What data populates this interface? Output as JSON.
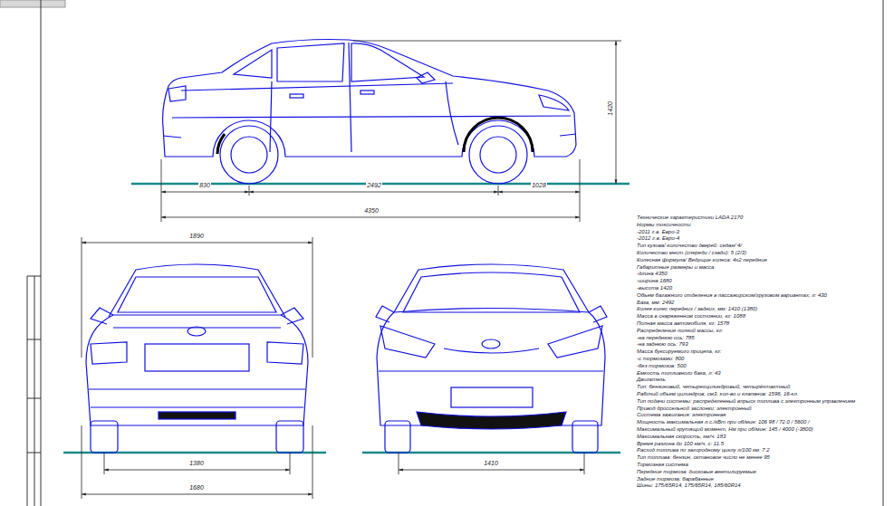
{
  "diagram": {
    "labels": [
      "830",
      "2492",
      "1028",
      "4350",
      "1420",
      "1890",
      "1380",
      "1680",
      "1410",
      "Технические характеристики LADA 2170",
      "Нормы токсичности",
      "-2011 г.в. Евро-3",
      "-2012 г.в. Евро-4",
      "Тип кузова/ количество дверей: седан/ 4/",
      "Количество мест (спереди / сзади): 5 (2/3)",
      "Колесная формула/ Ведущие колеса: 4х2 передние",
      "Габаритные размеры и масса",
      "-длина 4350",
      "-ширина 1680",
      "-высота 1420",
      "Объем багажного отделения в пассажирском/грузовом вариантах, л: 430",
      "База, мм: 2492",
      "Колея колес передних / задних, мм: 1410 (1380)",
      "Масса в снаряженном состоянии, кг: 1088",
      "Полная масса автомобиля, кг: 1578",
      "Распределение полной массы, кг:",
      "-на переднюю ось: 785",
      "-на заднюю ось: 793",
      "Масса буксируемого прицепа, кг:",
      "-с тормозами: 800",
      "-без тормозов: 500",
      "Емкость топливного бака, л: 43",
      "Двигатель",
      "Тип: бензиновый, четырехцилиндровый, четырёхтактный",
      "Рабочий объем цилиндров, см3, кол-во и клапанов: 1596, 16-кл.",
      "Тип подачи системы: распределенный впрыск топлива с электронным управлением",
      "Привод дроссельной заслонки: электронный",
      "Система зажигания: электронная",
      "Мощность максимальная л.с./кВт при об/мин: 106 98 / 72.0 / 5600 /",
      "Максимальный крутящий момент, Нм при об/мин: 145 / 4000 (-3800)",
      "Максимальная скорость, км/ч: 183",
      "Время разгона до 100 км/ч, с: 11.5",
      "Расход топлива по загородному циклу л/100 км: 7.2",
      "Тип топлива: бензин, октановое число не менее 95",
      "Тормозная система",
      "Передние тормоза: дисковые вентилируемые",
      "Задние тормоза: барабанные",
      "Шины: 175/65R14, 175/65R14, 185/60R14"
    ]
  }
}
